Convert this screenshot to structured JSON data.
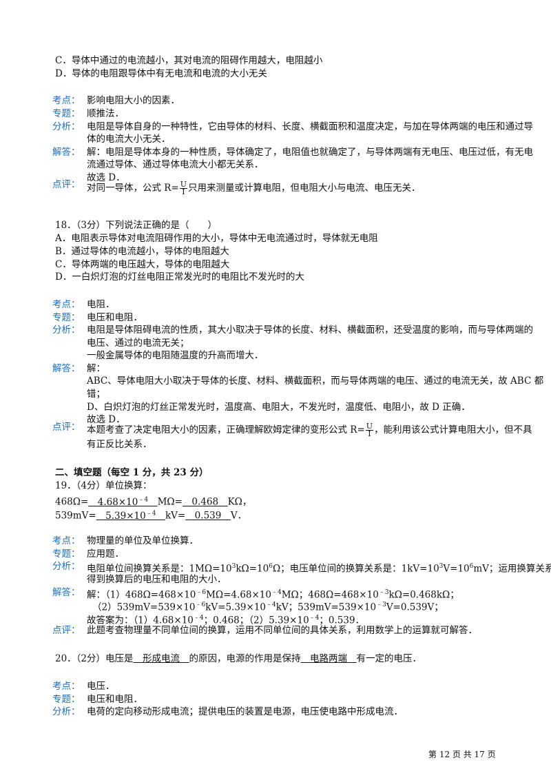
{
  "q17_tail": {
    "optC": "C．导体中通过的电流越小，其对电流的阻碍作用越大，电阻越小",
    "optD": "D．导体的电阻跟导体中有无电流和电流的大小无关",
    "kaodian_label": "考点：",
    "kaodian": "影响电阻大小的因素．",
    "zhuanti_label": "专题：",
    "zhuanti": "顺推法．",
    "fenxi_label": "分析：",
    "fenxi1": "电阻是导体自身的一种特性，它由导体的材料、长度、横截面积和温度决定，与加在导体两端的电压和通过导",
    "fenxi2": "体的电流大小无关．",
    "jieda_label": "解答：",
    "jieda1": "解：电阻是导体本身的一种性质，导体确定了，电阻值也就确定了，与导体两端有无电压、电压过低，有无电",
    "jieda2": "流通过导体、通过导体电流大小都无关系．",
    "jieda3": "故选 D．",
    "dianping_label": "点评：",
    "dianping_pre": "对同一导体，公式 R=",
    "dianping_post": "只用来测量或计算电阻，但电阻大小与电流、电压无关．"
  },
  "frac": {
    "num": "U",
    "den": "I"
  },
  "q18": {
    "stem": "18．（3分）下列说法正确的是（　　）",
    "optA": "A．电阻表示导体对电流阻碍作用的大小，导体中无电流通过时，导体就无电阻",
    "optB": "B．通过导体的电流越小，导体的电阻越大",
    "optC": "C．导体两端的电压越大，导体的电阻越大",
    "optD": "D．一白炽灯泡的灯丝电阻正常发光时的电阻比不发光时的大",
    "kaodian_label": "考点：",
    "kaodian": "电阻．",
    "zhuanti_label": "专题：",
    "zhuanti": "电压和电阻．",
    "fenxi_label": "分析：",
    "fenxi1": "电阻是导体阻碍电流的性质，其大小取决于导体的长度、材料、横截面积，还受温度的影响，而与导体两端的",
    "fenxi2": "电压、通过的电流无关；",
    "fenxi3": "一般金属导体的电阻随温度的升高而增大．",
    "jieda_label": "解答：",
    "jieda1": "解：",
    "jieda2": "ABC、导体电阻大小取决于导体的长度、材料、横截面积，而与导体两端的电压、通过的电流无关，故 ABC 都",
    "jieda3": "错；",
    "jieda4": "D、白炽灯泡的灯丝正常发光时，温度高、电阻大，不发光时，温度低、电阻小，故 D 正确．",
    "jieda5": "故选 D．",
    "dianping_label": "点评：",
    "dianping_pre": "本题考查了决定电阻大小的因素，正确理解欧姆定律的变形公式 R=",
    "dianping_post": "，能利用该公式计算电阻大小，但不具",
    "dianping2": "有正反比关系．"
  },
  "section2": {
    "heading": "二、填空题（每空 1 分，共 23 分）"
  },
  "q19": {
    "stem": "19．（4分）单位换算：",
    "l1_a": "468Ω=",
    "l1_b1": "　4.68×10",
    "l1_b1sup": "﹣4",
    "l1_b2": "　",
    "l1_c": "MΩ=",
    "l1_d": "　0.468　",
    "l1_e": "KΩ，",
    "l2_a": "539mV=",
    "l2_b1": "　5.39×10",
    "l2_b1sup": "﹣4",
    "l2_b2": "　",
    "l2_c": "kV=",
    "l2_d": "　0.539　",
    "l2_e": "V．",
    "kaodian_label": "考点：",
    "kaodian": "物理量的单位及单位换算．",
    "zhuanti_label": "专题：",
    "zhuanti": "应用题．",
    "fenxi_label": "分析：",
    "fenxi1_a": "电阻单位间换算关系是：1MΩ=10",
    "fenxi1_s1": "3",
    "fenxi1_b": "kΩ=10",
    "fenxi1_s2": "6",
    "fenxi1_c": "Ω；电压单位间的换算关系是：1kV=10",
    "fenxi1_s3": "3",
    "fenxi1_d": "V=10",
    "fenxi1_s4": "6",
    "fenxi1_e": "mV；运用换算关系可",
    "fenxi2": "得到换算后的电压和电阻的大小．",
    "jieda_label": "解答：",
    "jieda1_a": "解：（1）468Ω=468×10",
    "jieda1_s1": "﹣6",
    "jieda1_b": "MΩ=4.68×10",
    "jieda1_s2": "﹣4",
    "jieda1_c": "MΩ；468Ω=468×10",
    "jieda1_s3": "﹣3",
    "jieda1_d": "kΩ=0.468kΩ；",
    "jieda2_a": "（2）539mV=539×10",
    "jieda2_s1": "﹣6",
    "jieda2_b": "kV=5.39×10",
    "jieda2_s2": "﹣4",
    "jieda2_c": "kV；539mV=539×10",
    "jieda2_s3": "﹣3",
    "jieda2_d": "V=0.539V；",
    "jieda3_a": "故答案为：（1）4.68×10",
    "jieda3_s1": "﹣4",
    "jieda3_b": "；0.468；（2）5.39×10",
    "jieda3_s2": "﹣4",
    "jieda3_c": "；0.539．",
    "dianping_label": "点评：",
    "dianping": "此题考查物理量不同单位间的换算，运用不同单位间的具体关系，利用数学上的运算就可解答．"
  },
  "q20": {
    "stem_a": "20．（2分）电压是",
    "stem_b": "　形成电流　",
    "stem_c": "的原因，电源的作用是保持",
    "stem_d": "　电路两端　",
    "stem_e": "有一定的电压．",
    "kaodian_label": "考点：",
    "kaodian": "电压．",
    "zhuanti_label": "专题：",
    "zhuanti": "电压和电阻．",
    "fenxi_label": "分析：",
    "fenxi": "电荷的定向移动形成电流；提供电压的装置是电源，电压使电路中形成电流．"
  },
  "footer": {
    "page": "第 12 页 共 17 页"
  }
}
